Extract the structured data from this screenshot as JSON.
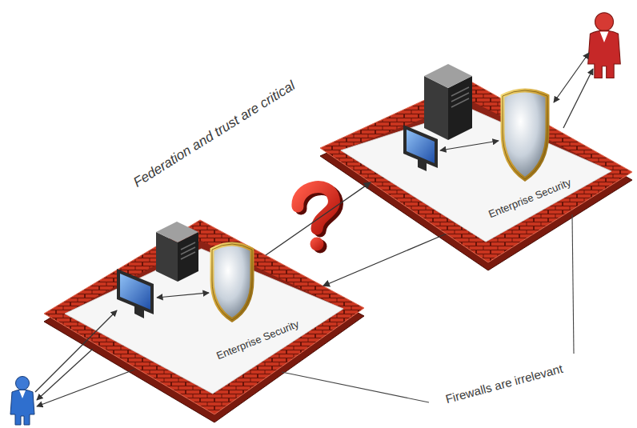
{
  "diagram": {
    "nodes": [
      {
        "text": [
          "Enterprise Security"
        ]
      },
      {
        "text": [
          "Enterprise Security"
        ]
      }
    ],
    "edges": [
      {
        "from": 0,
        "to": 1,
        "arrow": "to"
      },
      {
        "from": 1,
        "to": 0,
        "arrow": "to"
      }
    ],
    "labels": [
      "Federation and trust are critical",
      "Firewalls are irrelevant"
    ]
  }
}
